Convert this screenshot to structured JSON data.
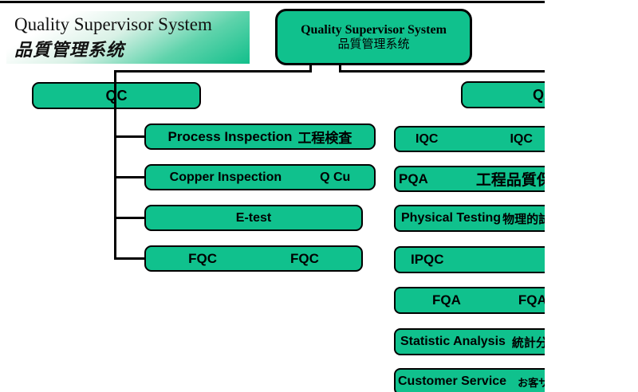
{
  "colors": {
    "green": "#10c18d",
    "line": "#000000"
  },
  "banner": {
    "title": "Quality Supervisor System",
    "subtitle": "品質管理系统"
  },
  "root": {
    "title": "Quality Supervisor System",
    "subtitle": "品質管理系统"
  },
  "qc": {
    "label": "QC",
    "children": {
      "process": {
        "en": "Process Inspection",
        "jp": "工程検査"
      },
      "copper": {
        "en": "Copper Inspection",
        "jp": "Q Cu"
      },
      "etest": {
        "en": "E-test"
      },
      "fqc": {
        "en": "FQC",
        "jp": "FQC"
      }
    }
  },
  "qa": {
    "label": "QA",
    "children": {
      "iqc": {
        "en": "IQC",
        "jp": "IQC"
      },
      "pqa": {
        "en": "PQA",
        "jp": "工程品質保"
      },
      "physical": {
        "en": "Physical Testing",
        "jp": "物理的試"
      },
      "ipqc": {
        "en": "IPQC"
      },
      "fqa": {
        "en": "FQA",
        "jp": "FQA"
      },
      "statistic": {
        "en": "Statistic Analysis",
        "jp": "統計分"
      },
      "customer": {
        "en": "Customer Service",
        "jp": "お客サ"
      }
    }
  }
}
